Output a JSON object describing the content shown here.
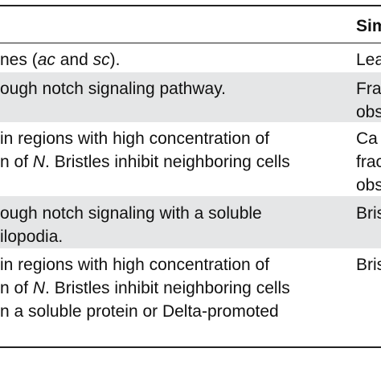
{
  "header": {
    "col2": "Sim"
  },
  "rows": [
    {
      "col1": [
        "nes (ac and sc)."
      ],
      "col1_html": [
        "nes (<i>ac</i> and <i>sc</i>)."
      ],
      "col2": [
        "Lea"
      ],
      "shaded": false
    },
    {
      "col1": [
        "ough notch signaling pathway."
      ],
      "col1_html": [
        "ough notch signaling pathway."
      ],
      "col2": [
        "Fra",
        "obs"
      ],
      "shaded": true
    },
    {
      "col1": [
        "in regions with high concentration of",
        "n of N. Bristles inhibit neighboring cells"
      ],
      "col1_html": [
        "in regions with high concentration of",
        "n of <i>N</i>. Bristles inhibit neighboring cells"
      ],
      "col2": [
        "Ca",
        "frac",
        "obs"
      ],
      "shaded": false
    },
    {
      "col1": [
        "ough notch signaling with a soluble",
        "ilopodia."
      ],
      "col1_html": [
        "ough notch signaling with a soluble",
        "ilopodia."
      ],
      "col2": [
        "Bris"
      ],
      "shaded": true
    },
    {
      "col1": [
        "in regions with high concentration of",
        "n of N. Bristles inhibit neighboring cells",
        "n a soluble protein or Delta-promoted"
      ],
      "col1_html": [
        "in regions with high concentration of",
        "n of <i>N</i>. Bristles inhibit neighboring cells",
        "n a soluble protein or Delta-promoted"
      ],
      "col2": [
        "Bris"
      ],
      "shaded": false
    }
  ]
}
